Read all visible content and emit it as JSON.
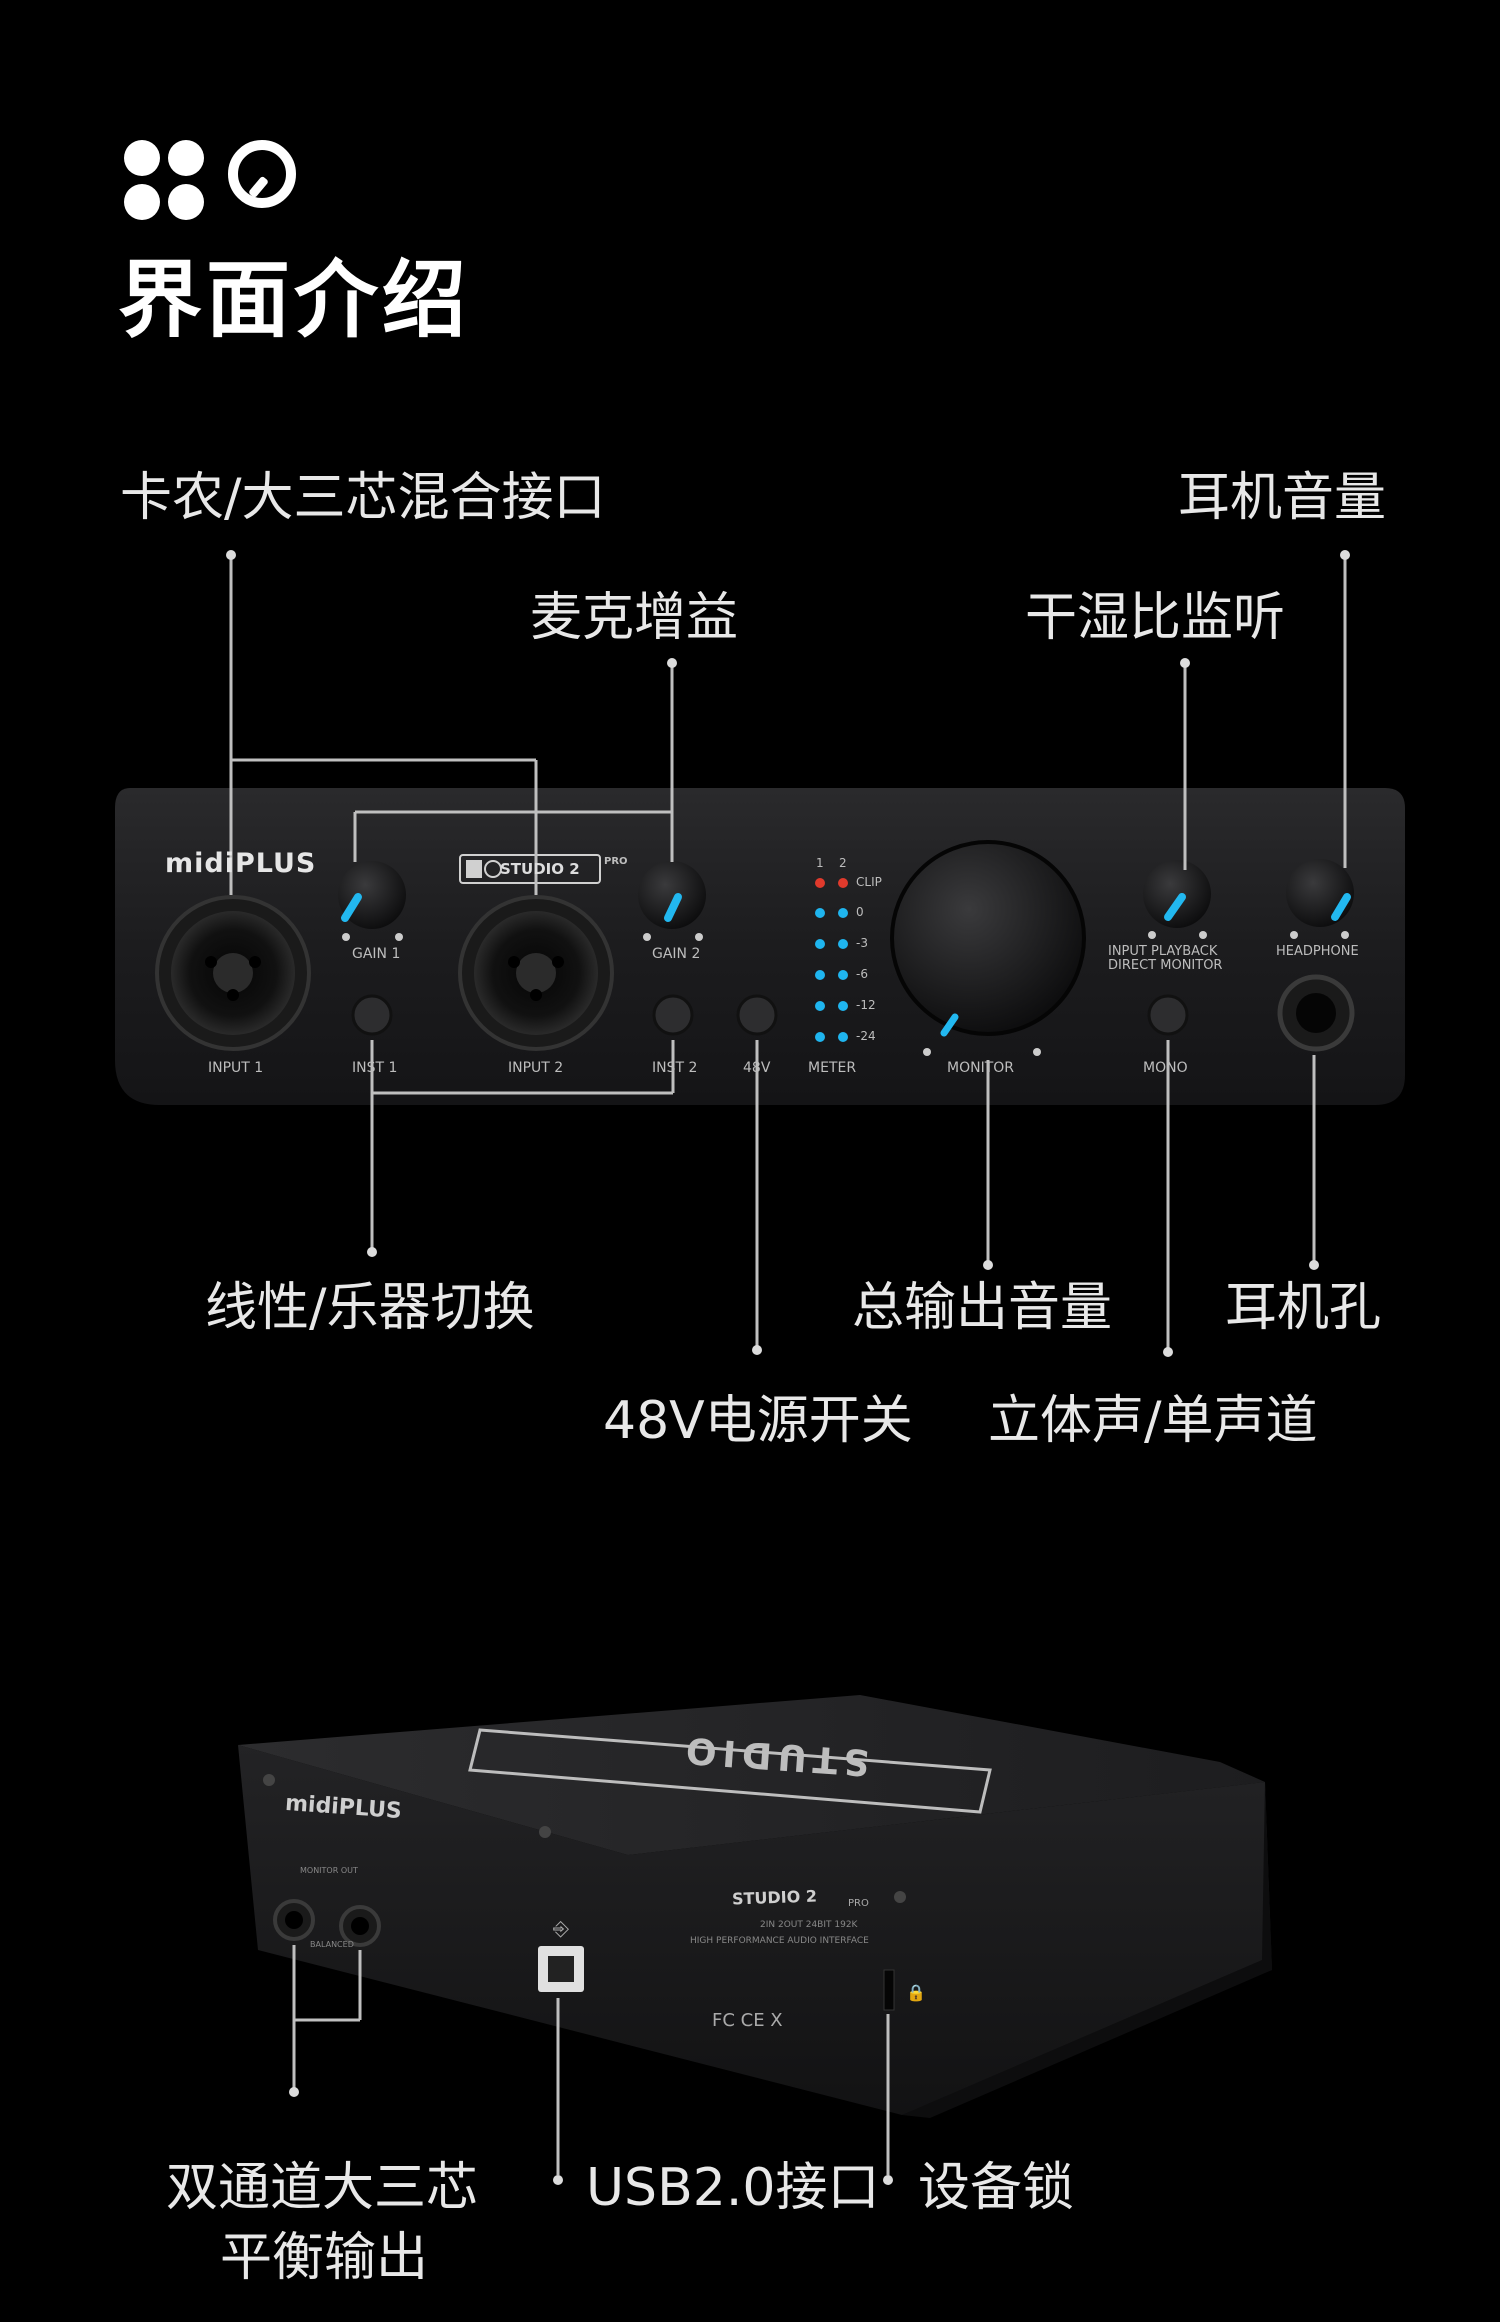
{
  "title": "界面介绍",
  "callouts": {
    "combo_input": "卡农/大三芯混合接口",
    "mic_gain": "麦克增益",
    "headphone_volume": "耳机音量",
    "dry_wet_monitor": "干湿比监听",
    "line_inst_switch": "线性/乐器切换",
    "master_volume": "总输出音量",
    "headphone_jack": "耳机孔",
    "phantom_power": "48V电源开关",
    "stereo_mono": "立体声/单声道",
    "balanced_out_line1": "双通道大三芯",
    "balanced_out_line2": "平衡输出",
    "usb_port": "USB2.0接口",
    "device_lock": "设备锁"
  },
  "front_panel": {
    "brand": "midiPLUS",
    "model": "STUDIO 2",
    "model_suffix": "PRO",
    "input1": "INPUT 1",
    "input2": "INPUT 2",
    "gain1": "GAIN 1",
    "gain2": "GAIN 2",
    "inst1": "INST 1",
    "inst2": "INST 2",
    "phantom": "48V",
    "meter": "METER",
    "meter_ch1": "1",
    "meter_ch2": "2",
    "meter_scale": [
      "CLIP",
      "0",
      "-3",
      "-6",
      "-12",
      "-24"
    ],
    "monitor": "MONITOR",
    "input_playback": "INPUT PLAYBACK",
    "direct_monitor": "DIRECT MONITOR",
    "headphone": "HEADPHONE",
    "mono": "MONO"
  },
  "rear_panel": {
    "brand": "midiPLUS",
    "top_logo": "STUDIO",
    "model": "STUDIO 2",
    "model_suffix": "PRO",
    "subtitle_line1": "2IN 2OUT 24BIT 192K",
    "subtitle_line2": "HIGH PERFORMANCE AUDIO INTERFACE",
    "monitor_out": "MONITOR OUT",
    "balanced": "BALANCED",
    "certs": "FC CE X"
  },
  "colors": {
    "background": "#000000",
    "knob_indicator": "#22b8f0",
    "meter_led_blue": "#1fb5ef",
    "meter_led_red": "#e03a2c"
  }
}
